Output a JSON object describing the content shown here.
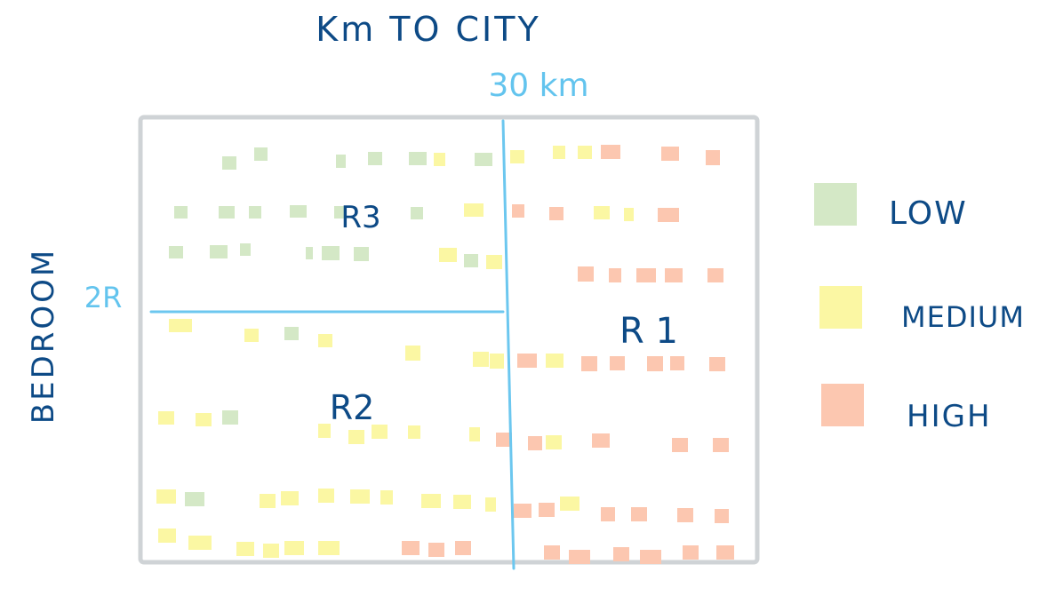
{
  "diagram": {
    "title": "Km TO CITY",
    "x_threshold_label": "30 km",
    "y_axis_label": "BEDROOM",
    "y_threshold_label": "2R",
    "regions": [
      {
        "id": "r1",
        "label": "R 1"
      },
      {
        "id": "r2",
        "label": "R2"
      },
      {
        "id": "r3",
        "label": "R3"
      }
    ],
    "legend": [
      {
        "key": "low",
        "label": "LOW",
        "color": "#d4e8c6"
      },
      {
        "key": "medium",
        "label": "MEDIUM",
        "color": "#fbf7a3"
      },
      {
        "key": "high",
        "label": "HIGH",
        "color": "#fcc7b0"
      }
    ],
    "colors": {
      "frame": "#cfd3d6",
      "threshold_line": "#6cc7ef",
      "text": "#0d4a86",
      "threshold_text": "#63c4ee"
    }
  }
}
